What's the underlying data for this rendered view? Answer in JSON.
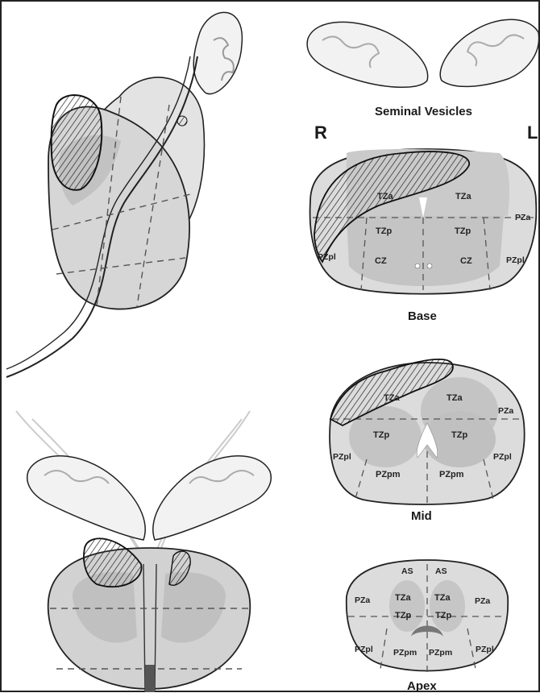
{
  "side_labels": {
    "right": "R",
    "left": "L"
  },
  "captions": {
    "seminal_vesicles": "Seminal Vesicles",
    "base": "Base",
    "mid": "Mid",
    "apex": "Apex"
  },
  "base_section": {
    "zones": [
      "TZa",
      "TZa",
      "PZa",
      "TZp",
      "TZp",
      "PZpl",
      "CZ",
      "CZ",
      "PZpl"
    ]
  },
  "mid_section": {
    "zones": [
      "TZa",
      "TZa",
      "PZa",
      "TZp",
      "TZp",
      "PZpl",
      "PZpl",
      "PZpm",
      "PZpm"
    ]
  },
  "apex_section": {
    "zones": [
      "AS",
      "AS",
      "PZa",
      "TZa",
      "TZa",
      "PZa",
      "TZp",
      "TZp",
      "PZpl",
      "PZpm",
      "PZpm",
      "PZpl"
    ]
  },
  "colors": {
    "gland": "#dcdcdc",
    "zone_fill": "#bdbdbd",
    "line": "#111111",
    "dash": "#555555"
  }
}
